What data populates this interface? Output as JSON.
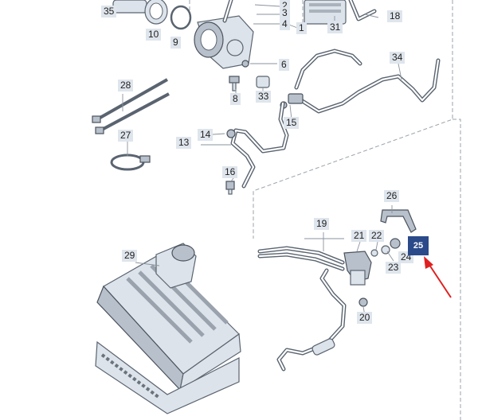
{
  "labels": [
    {
      "id": "l35",
      "text": "35"
    },
    {
      "id": "l10",
      "text": "10"
    },
    {
      "id": "l9",
      "text": "9"
    },
    {
      "id": "l2",
      "text": "2"
    },
    {
      "id": "l3",
      "text": "3"
    },
    {
      "id": "l4",
      "text": "4"
    },
    {
      "id": "l1",
      "text": "1"
    },
    {
      "id": "l31",
      "text": "31"
    },
    {
      "id": "l18",
      "text": "18"
    },
    {
      "id": "l34",
      "text": "34"
    },
    {
      "id": "l6",
      "text": "6"
    },
    {
      "id": "l8",
      "text": "8"
    },
    {
      "id": "l33",
      "text": "33"
    },
    {
      "id": "l15",
      "text": "15"
    },
    {
      "id": "l28",
      "text": "28"
    },
    {
      "id": "l27",
      "text": "27"
    },
    {
      "id": "l14",
      "text": "14"
    },
    {
      "id": "l13",
      "text": "13"
    },
    {
      "id": "l16",
      "text": "16"
    },
    {
      "id": "l26",
      "text": "26"
    },
    {
      "id": "l19",
      "text": "19"
    },
    {
      "id": "l21",
      "text": "21"
    },
    {
      "id": "l22",
      "text": "22"
    },
    {
      "id": "l24",
      "text": "24"
    },
    {
      "id": "l23",
      "text": "23"
    },
    {
      "id": "l20",
      "text": "20"
    },
    {
      "id": "l29",
      "text": "29"
    }
  ],
  "highlight": {
    "text": "25",
    "color": "#2a4a8a"
  },
  "arrow_color": "#e02020"
}
